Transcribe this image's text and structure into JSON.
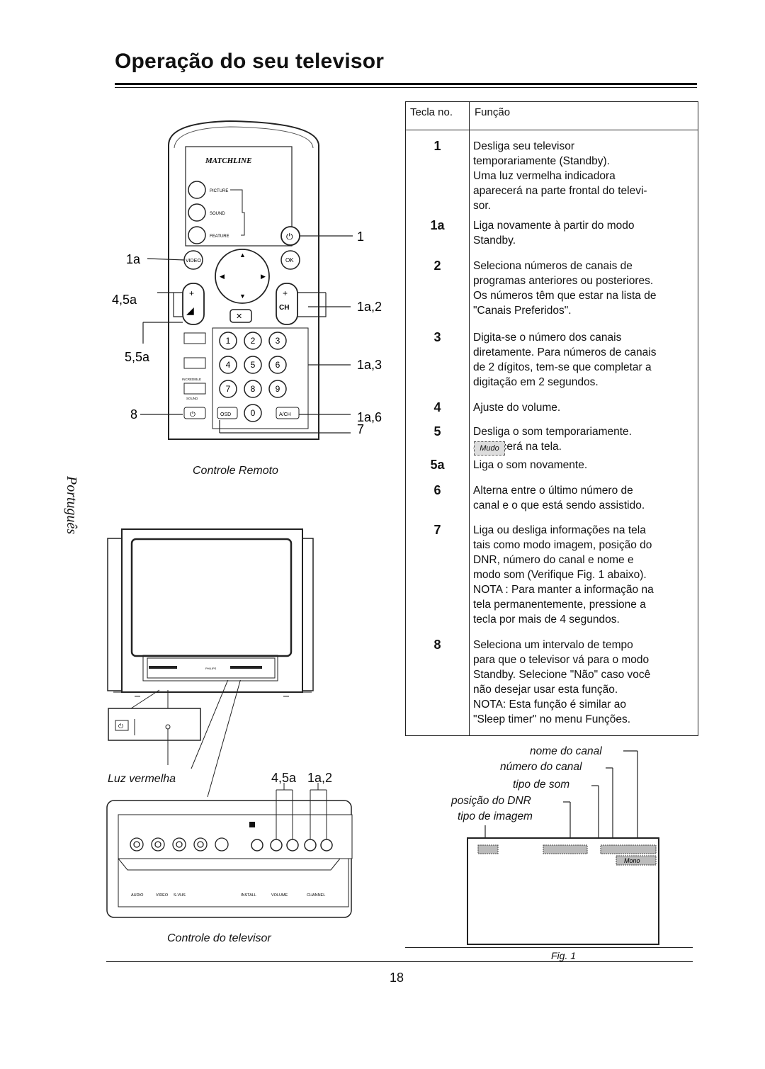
{
  "page": {
    "title": "Operação do seu televisor",
    "page_number": "18",
    "side_tab": "Português"
  },
  "remote": {
    "caption": "Controle Remoto",
    "brand": "MATCHLINE",
    "side_buttons": [
      "PICTURE",
      "SOUND",
      "FEATURE"
    ],
    "video_label": "VIDEO",
    "ok_label": "OK",
    "ch_label": "CH",
    "osd_label": "OSD",
    "ach_label": "A/CH",
    "incredible_label": "INCREDIBLE",
    "sound_label": "SOUND",
    "digits": [
      "1",
      "2",
      "3",
      "4",
      "5",
      "6",
      "7",
      "8",
      "9",
      "0"
    ],
    "callouts": {
      "c1": "1",
      "c1a": "1a",
      "c45a": "4,5a",
      "c1a2": "1a,2",
      "c55a": "5,5a",
      "c1a3": "1a,3",
      "c8": "8",
      "c1a6": "1a,6",
      "c7": "7"
    }
  },
  "tv": {
    "caption": "Controle do televisor",
    "brand": "PHILIPS",
    "luz": "Luz vermelha",
    "c45a": "4,5a",
    "c1a2": "1a,2",
    "panel_labels": [
      "AUDIO",
      "VIDEO",
      "S-VHS",
      "INSTALL",
      "VOLUME",
      "CHANNEL"
    ]
  },
  "table": {
    "header_key": "Tecla no.",
    "header_func": "Função",
    "rows": [
      {
        "key": "1",
        "text": "Desliga seu televisor\ntemporariamente (Standby).\nUma luz vermelha indicadora\naparecerá na parte frontal do televi-\nsor."
      },
      {
        "key": "1a",
        "text": "Liga novamente à partir do modo\nStandby."
      },
      {
        "key": "2",
        "text": "Seleciona números de canais de\nprogramas anteriores ou posteriores.\nOs números têm que estar na lista de\n\"Canais Preferidos\"."
      },
      {
        "key": "3",
        "text": "Digita-se o número dos canais\ndiretamente. Para números de canais\nde 2 dígitos, tem-se que completar a\ndigitação em 2 segundos."
      },
      {
        "key": "4",
        "text": "Ajuste do volume."
      },
      {
        "key": "5",
        "text": "Desliga o som temporariamente.\n        aparecerá na tela."
      },
      {
        "key": "5a",
        "text": "Liga o som novamente."
      },
      {
        "key": "6",
        "text": "Alterna entre o último número de\ncanal e o que está sendo assistido."
      },
      {
        "key": "7",
        "text": "Liga ou desliga informações na tela\ntais como modo imagem, posição do\nDNR, número do canal e nome e\nmodo som (Verifique Fig. 1 abaixo).\nNOTA : Para manter a informação na\ntela permanentemente, pressione a\ntecla por mais de 4 segundos."
      },
      {
        "key": "8",
        "text": "Seleciona um intervalo de tempo\npara que o televisor vá para o modo\nStandby. Selecione \"Não\" caso você\nnão desejar usar esta função.\nNOTA: Esta função é similar ao\n\"Sleep timer\" no menu Funções."
      }
    ]
  },
  "fig1": {
    "caption": "Fig. 1",
    "labels": [
      "nome do canal",
      "número do canal",
      "tipo de som",
      "posição do DNR",
      "tipo de imagem"
    ],
    "mute_badge": "Mudo",
    "mono_badge": "Mono"
  }
}
